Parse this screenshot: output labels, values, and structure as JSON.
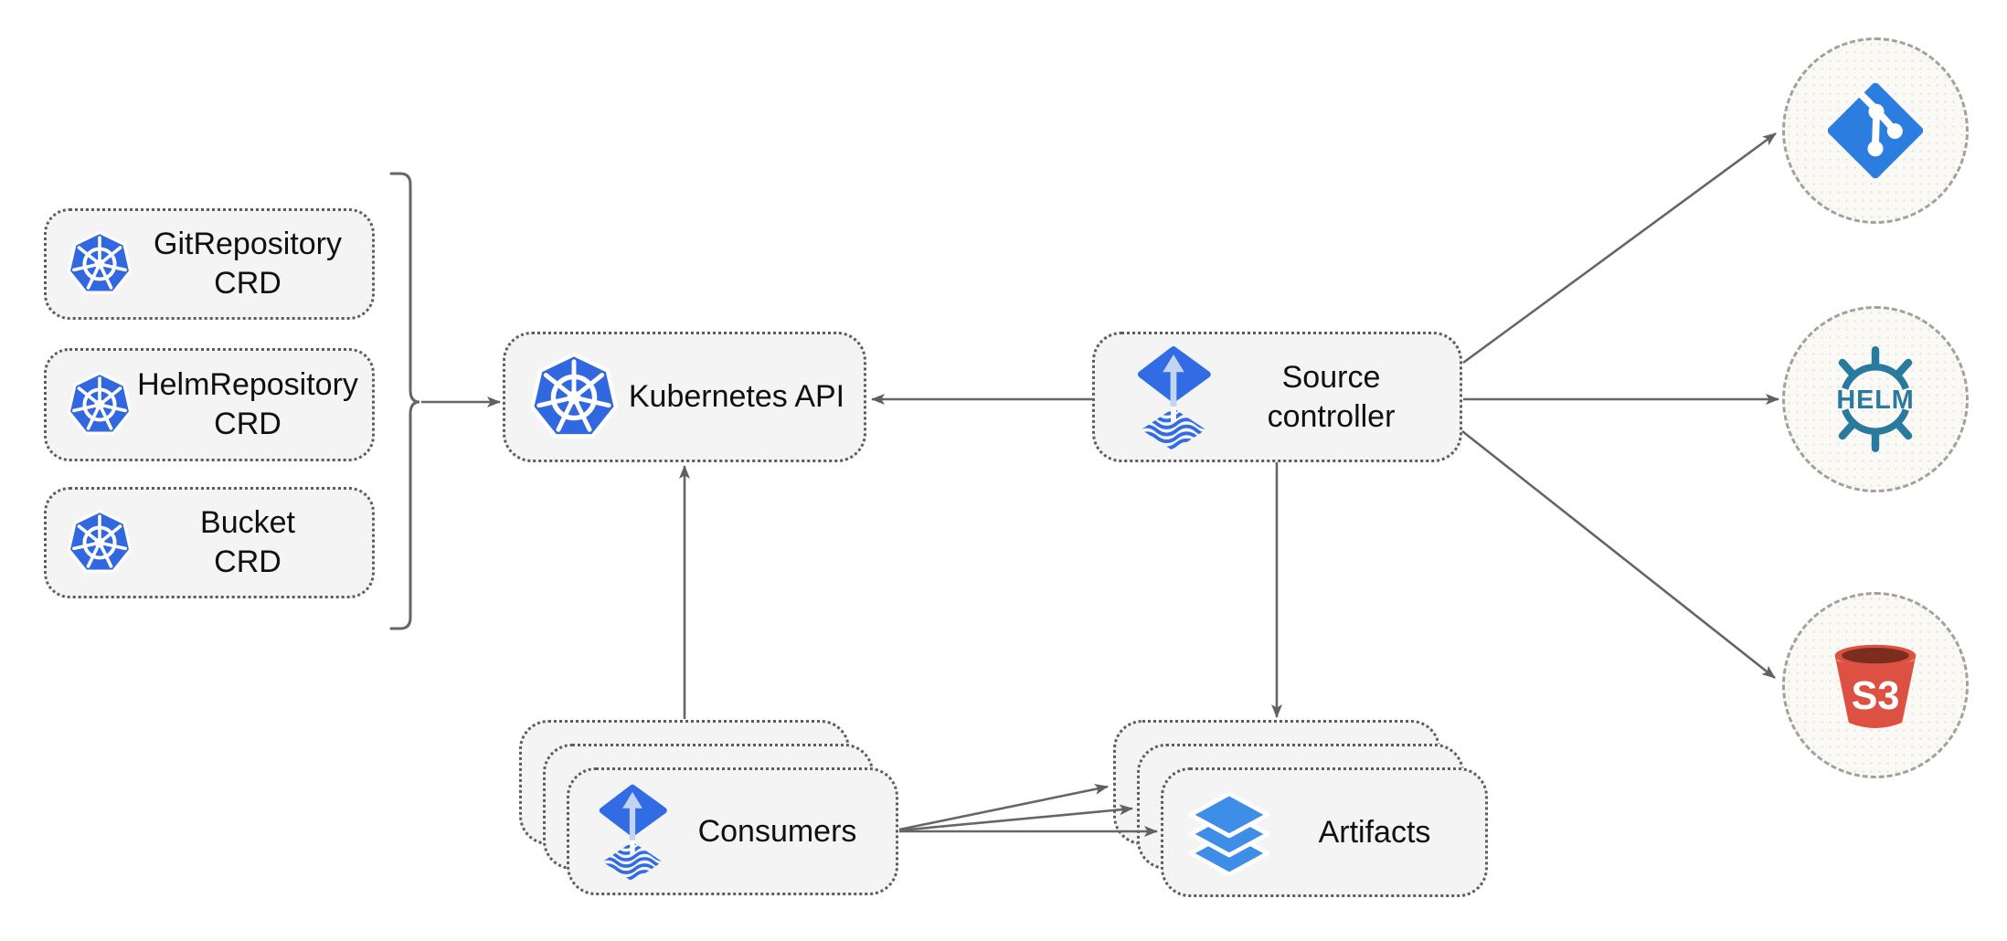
{
  "diagram": {
    "nodes": {
      "git_repository_crd": {
        "line1": "GitRepository",
        "line2": "CRD"
      },
      "helm_repository_crd": {
        "line1": "HelmRepository",
        "line2": "CRD"
      },
      "bucket_crd": {
        "line1": "Bucket",
        "line2": "CRD"
      },
      "kubernetes_api": {
        "label": "Kubernetes API"
      },
      "source_controller": {
        "line1": "Source",
        "line2": "controller"
      },
      "consumers": {
        "label": "Consumers"
      },
      "artifacts": {
        "label": "Artifacts"
      }
    },
    "external": {
      "helm_label": "HELM",
      "s3_label": "S3"
    },
    "icons": {
      "kubernetes": "kubernetes-wheel-icon",
      "flux": "flux-arrow-diamond-icon",
      "artifacts": "layers-icon",
      "git": "git-branch-diamond-icon",
      "helm": "helm-wheel-icon",
      "s3": "s3-bucket-icon"
    },
    "colors": {
      "node_fill": "#f4f4f4",
      "node_border": "#5d5d5d",
      "arrow": "#666666",
      "kubernetes_blue": "#3168e0",
      "flux_blue": "#316ce4",
      "flux_arrow_light": "#c3d4f2",
      "layers_blue": "#3e8ee8",
      "git_blue": "#2b7de0",
      "helm_teal": "#287a9e",
      "s3_red": "#dc5142",
      "s3_dark_red": "#7c2d1f",
      "circle_fill": "#faf9f6",
      "circle_border": "#a3a19c",
      "text": "#101010"
    }
  }
}
